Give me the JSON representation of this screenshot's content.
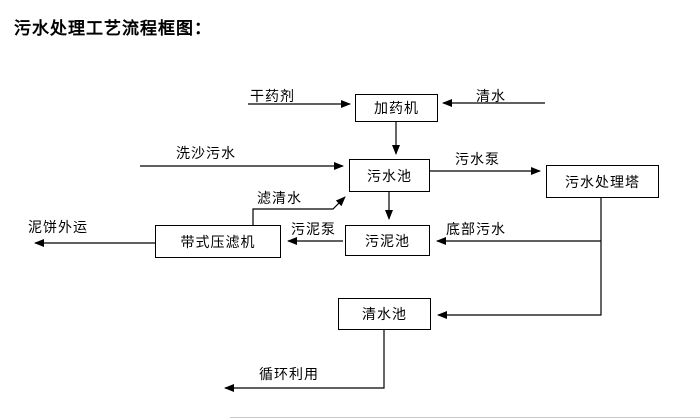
{
  "title": "污水处理工艺流程框图：",
  "nodes": {
    "dosing_machine": "加药机",
    "sewage_pool": "污水池",
    "treatment_tower": "污水处理塔",
    "sludge_pool": "污泥池",
    "belt_filter_press": "带式压滤机",
    "clear_water_pool": "清水池"
  },
  "edge_labels": {
    "dry_agent": "干药剂",
    "clear_water": "清水",
    "sand_washing_sewage": "洗沙污水",
    "sewage_pump": "污水泵",
    "filtered_water": "滤清水",
    "sludge_pump": "污泥泵",
    "bottom_sewage": "底部污水",
    "mud_cake_out": "泥饼外运",
    "recycle_use": "循环利用"
  },
  "colors": {
    "line": "#000000",
    "box_border": "#000000",
    "background": "#ffffff"
  }
}
